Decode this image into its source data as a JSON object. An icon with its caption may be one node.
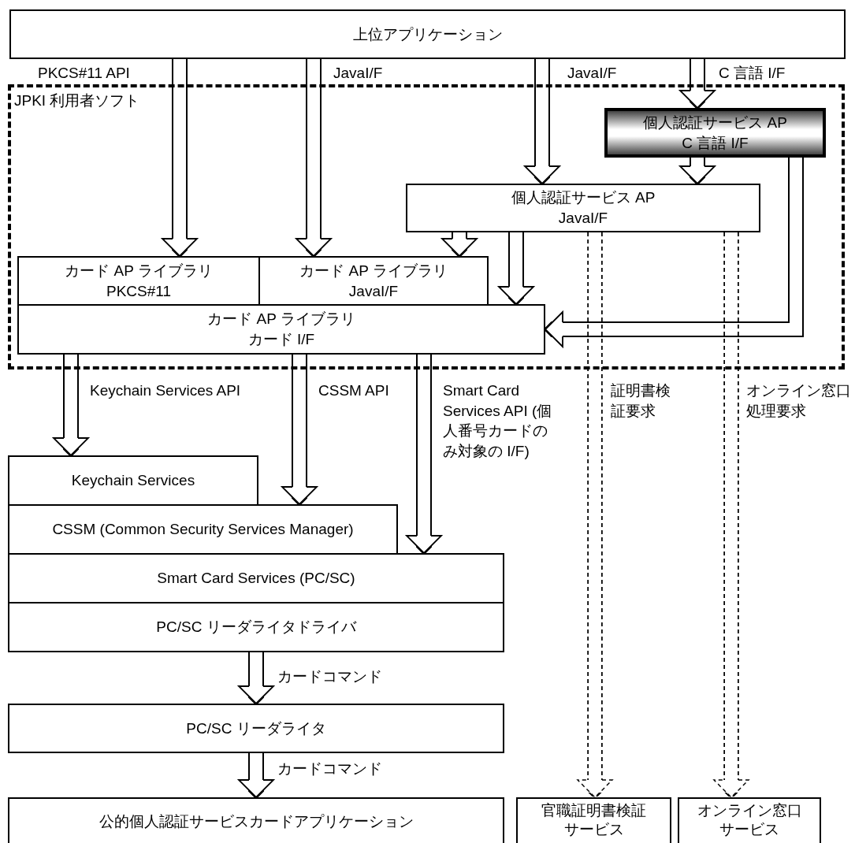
{
  "diagram": {
    "nodes": [
      {
        "text": [
          "上位アプリケーション"
        ]
      },
      {
        "text": [
          "JPKI 利用者ソフト"
        ]
      },
      {
        "text": [
          "個人認証サービス AP",
          "C 言語 I/F"
        ],
        "in": 1
      },
      {
        "text": [
          "個人認証サービス AP",
          "JavaI/F"
        ],
        "in": 1
      },
      {
        "text": [
          "カード AP ライブラリ",
          "PKCS#11"
        ],
        "in": 1
      },
      {
        "text": [
          "カード AP ライブラリ",
          "JavaI/F"
        ],
        "in": 1
      },
      {
        "text": [
          "カード AP ライブラリ",
          "カード I/F"
        ],
        "in": 1
      },
      {
        "text": [
          "Keychain Services"
        ]
      },
      {
        "text": [
          "CSSM (Common Security Services Manager)"
        ]
      },
      {
        "text": [
          "Smart Card Services (PC/SC)"
        ]
      },
      {
        "text": [
          "PC/SC リーダライタドライバ"
        ]
      },
      {
        "text": [
          "PC/SC リーダライタ"
        ]
      },
      {
        "text": [
          "公的個人認証サービスカードアプリケーション"
        ]
      },
      {
        "text": [
          "官職証明書検証サービス"
        ]
      },
      {
        "text": [
          "オンライン窓口サービス"
        ]
      }
    ],
    "edges": [
      {
        "from": 0,
        "to": 4,
        "arrow": "to",
        "label": "PKCS#11 API"
      },
      {
        "from": 0,
        "to": 5,
        "arrow": "to",
        "label": "JavaI/F"
      },
      {
        "from": 0,
        "to": 3,
        "arrow": "to",
        "label": "JavaI/F"
      },
      {
        "from": 0,
        "to": 2,
        "arrow": "to",
        "label": "C 言語 I/F"
      },
      {
        "from": 2,
        "to": 3,
        "arrow": "to"
      },
      {
        "from": 3,
        "to": 5,
        "arrow": "to"
      },
      {
        "from": 3,
        "to": 6,
        "arrow": "to"
      },
      {
        "from": 2,
        "to": 6,
        "arrow": "to"
      },
      {
        "from": 6,
        "to": 7,
        "arrow": "to",
        "label": "Keychain Services API"
      },
      {
        "from": 6,
        "to": 8,
        "arrow": "to",
        "label": "CSSM API"
      },
      {
        "from": 6,
        "to": 9,
        "arrow": "to",
        "label": "Smart Card Services API (個人番号カードのみ対象の I/F)"
      },
      {
        "from": 10,
        "to": 11,
        "arrow": "to",
        "label": "カードコマンド"
      },
      {
        "from": 11,
        "to": 12,
        "arrow": "to",
        "label": "カードコマンド"
      },
      {
        "from": 3,
        "to": 13,
        "arrow": "to",
        "label": "証明書検証要求",
        "style": "dashed"
      },
      {
        "from": 3,
        "to": 14,
        "arrow": "to",
        "label": "オンライン窓口処理要求",
        "style": "dashed"
      }
    ]
  }
}
